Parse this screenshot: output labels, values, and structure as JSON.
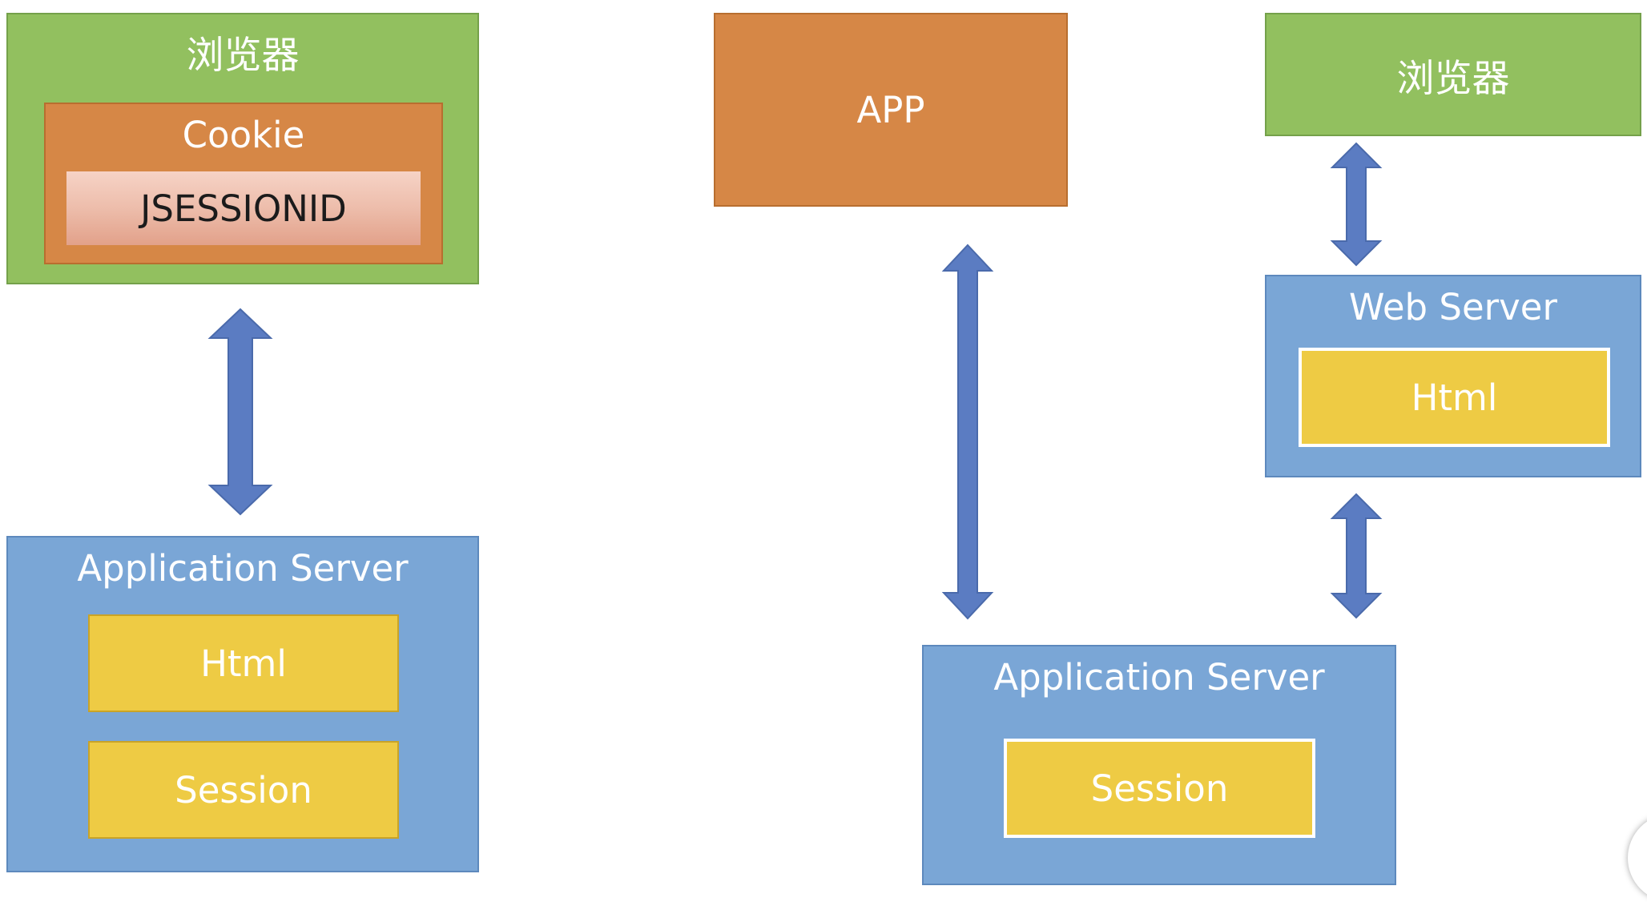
{
  "left_diagram": {
    "browser": {
      "label": "浏览器",
      "cookie": {
        "label": "Cookie",
        "jsessionid": "JSESSIONID"
      }
    },
    "app_server": {
      "label": "Application Server",
      "html": "Html",
      "session": "Session"
    }
  },
  "right_diagram": {
    "app": {
      "label": "APP"
    },
    "browser": {
      "label": "浏览器"
    },
    "web_server": {
      "label": "Web Server",
      "html": "Html"
    },
    "app_server": {
      "label": "Application Server",
      "session": "Session"
    }
  },
  "colors": {
    "browser_green": "#92c05f",
    "cookie_orange": "#d68746",
    "server_blue": "#7aa6d6",
    "content_yellow": "#eecb44",
    "arrow_blue": "#5b7cc2"
  },
  "icons": {
    "arrow": "double-headed-arrow"
  }
}
